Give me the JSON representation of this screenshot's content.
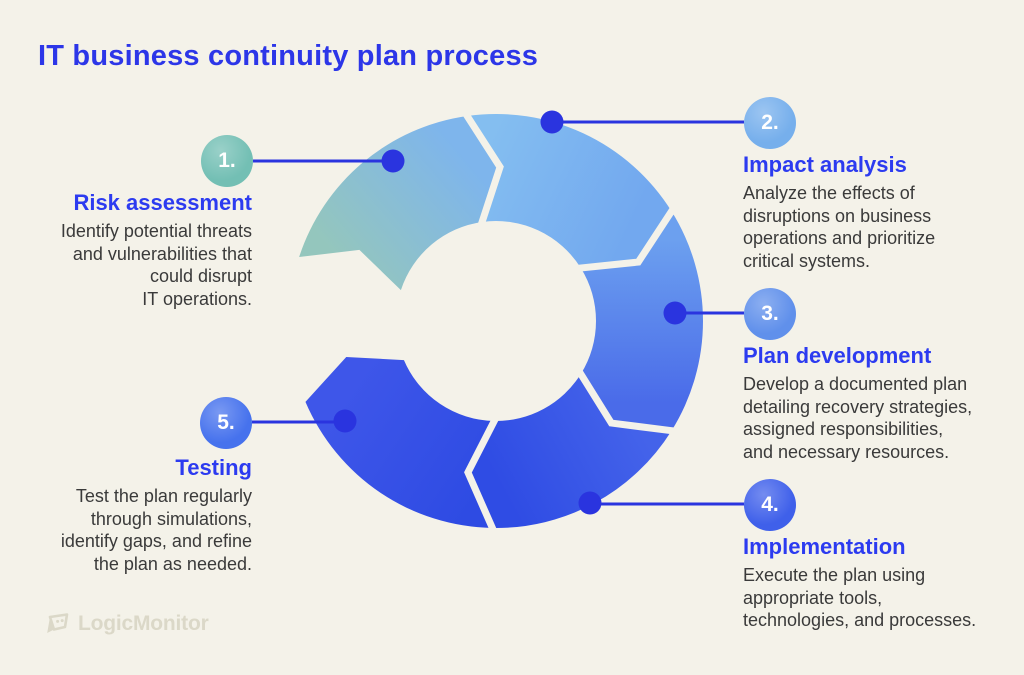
{
  "title": "IT business continuity plan process",
  "brand": "LogicMonitor",
  "colors": {
    "background": "#F4F2E9",
    "title": "#2C36E8",
    "step_title": "#2C3BF0",
    "body_text": "#3A3A3A",
    "connector": "#2A34DF",
    "watermark": "#DBD8C8"
  },
  "diagram": {
    "type": "circular-process-arrow",
    "direction": "clockwise",
    "segments": [
      {
        "step": 1,
        "color_from": "#94C6BD",
        "color_to": "#7EB5EC"
      },
      {
        "step": 2,
        "color_from": "#84BEF0",
        "color_to": "#72A8EF"
      },
      {
        "step": 3,
        "color_from": "#6CA0EF",
        "color_to": "#4A6BE9"
      },
      {
        "step": 4,
        "color_from": "#4463EA",
        "color_to": "#2F4CE4"
      },
      {
        "step": 5,
        "color_from": "#2E4BE3",
        "color_to": "#3E56E9"
      }
    ]
  },
  "steps": [
    {
      "number": "1.",
      "badge_color": "#73BFB4",
      "title": "Risk assessment",
      "desc_lines": [
        "Identify potential threats",
        "and vulnerabilities that",
        "could disrupt",
        "IT operations."
      ]
    },
    {
      "number": "2.",
      "badge_color": "#76AFEC",
      "title": "Impact analysis",
      "desc_lines": [
        "Analyze the effects of",
        "disruptions on business",
        "operations and prioritize",
        "critical systems."
      ]
    },
    {
      "number": "3.",
      "badge_color": "#6090EB",
      "title": "Plan development",
      "desc_lines": [
        "Develop a documented plan",
        "detailing recovery strategies,",
        "assigned responsibilities,",
        "and necessary resources."
      ]
    },
    {
      "number": "4.",
      "badge_color": "#3F60EA",
      "title": "Implementation",
      "desc_lines": [
        "Execute the plan using",
        "appropriate tools,",
        "technologies, and processes."
      ]
    },
    {
      "number": "5.",
      "badge_color": "#4672ED",
      "title": "Testing",
      "desc_lines": [
        "Test the plan regularly",
        "through simulations,",
        "identify gaps, and refine",
        "the plan as needed."
      ]
    }
  ]
}
